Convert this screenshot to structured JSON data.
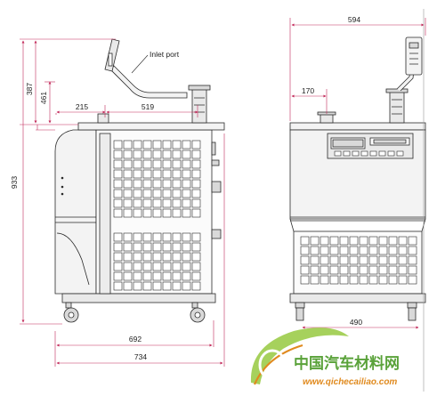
{
  "colors": {
    "line": "#2a2a2a",
    "dimension": "#c22a5a",
    "fill_light": "#f3f3f3",
    "fill_mid": "#d9d9d9",
    "grid_cell": "#ffffff",
    "watermark_green": "#5aa23a",
    "watermark_orange": "#e08a1e"
  },
  "side_view": {
    "label_inlet": "Inlet port",
    "dims": {
      "height_total": "933",
      "height_upper": "387",
      "offset_vertical": "461",
      "offset_left": "215",
      "offset_right": "519",
      "depth_base": "692",
      "depth_total": "734"
    }
  },
  "front_view": {
    "dims": {
      "width_total": "594",
      "offset_port": "170",
      "width_bottom": "490"
    }
  },
  "watermark": {
    "icon": "leaf-swoosh-logo",
    "text_cn": "中国汽车材料网",
    "url": "www.qichecailiao.com"
  }
}
